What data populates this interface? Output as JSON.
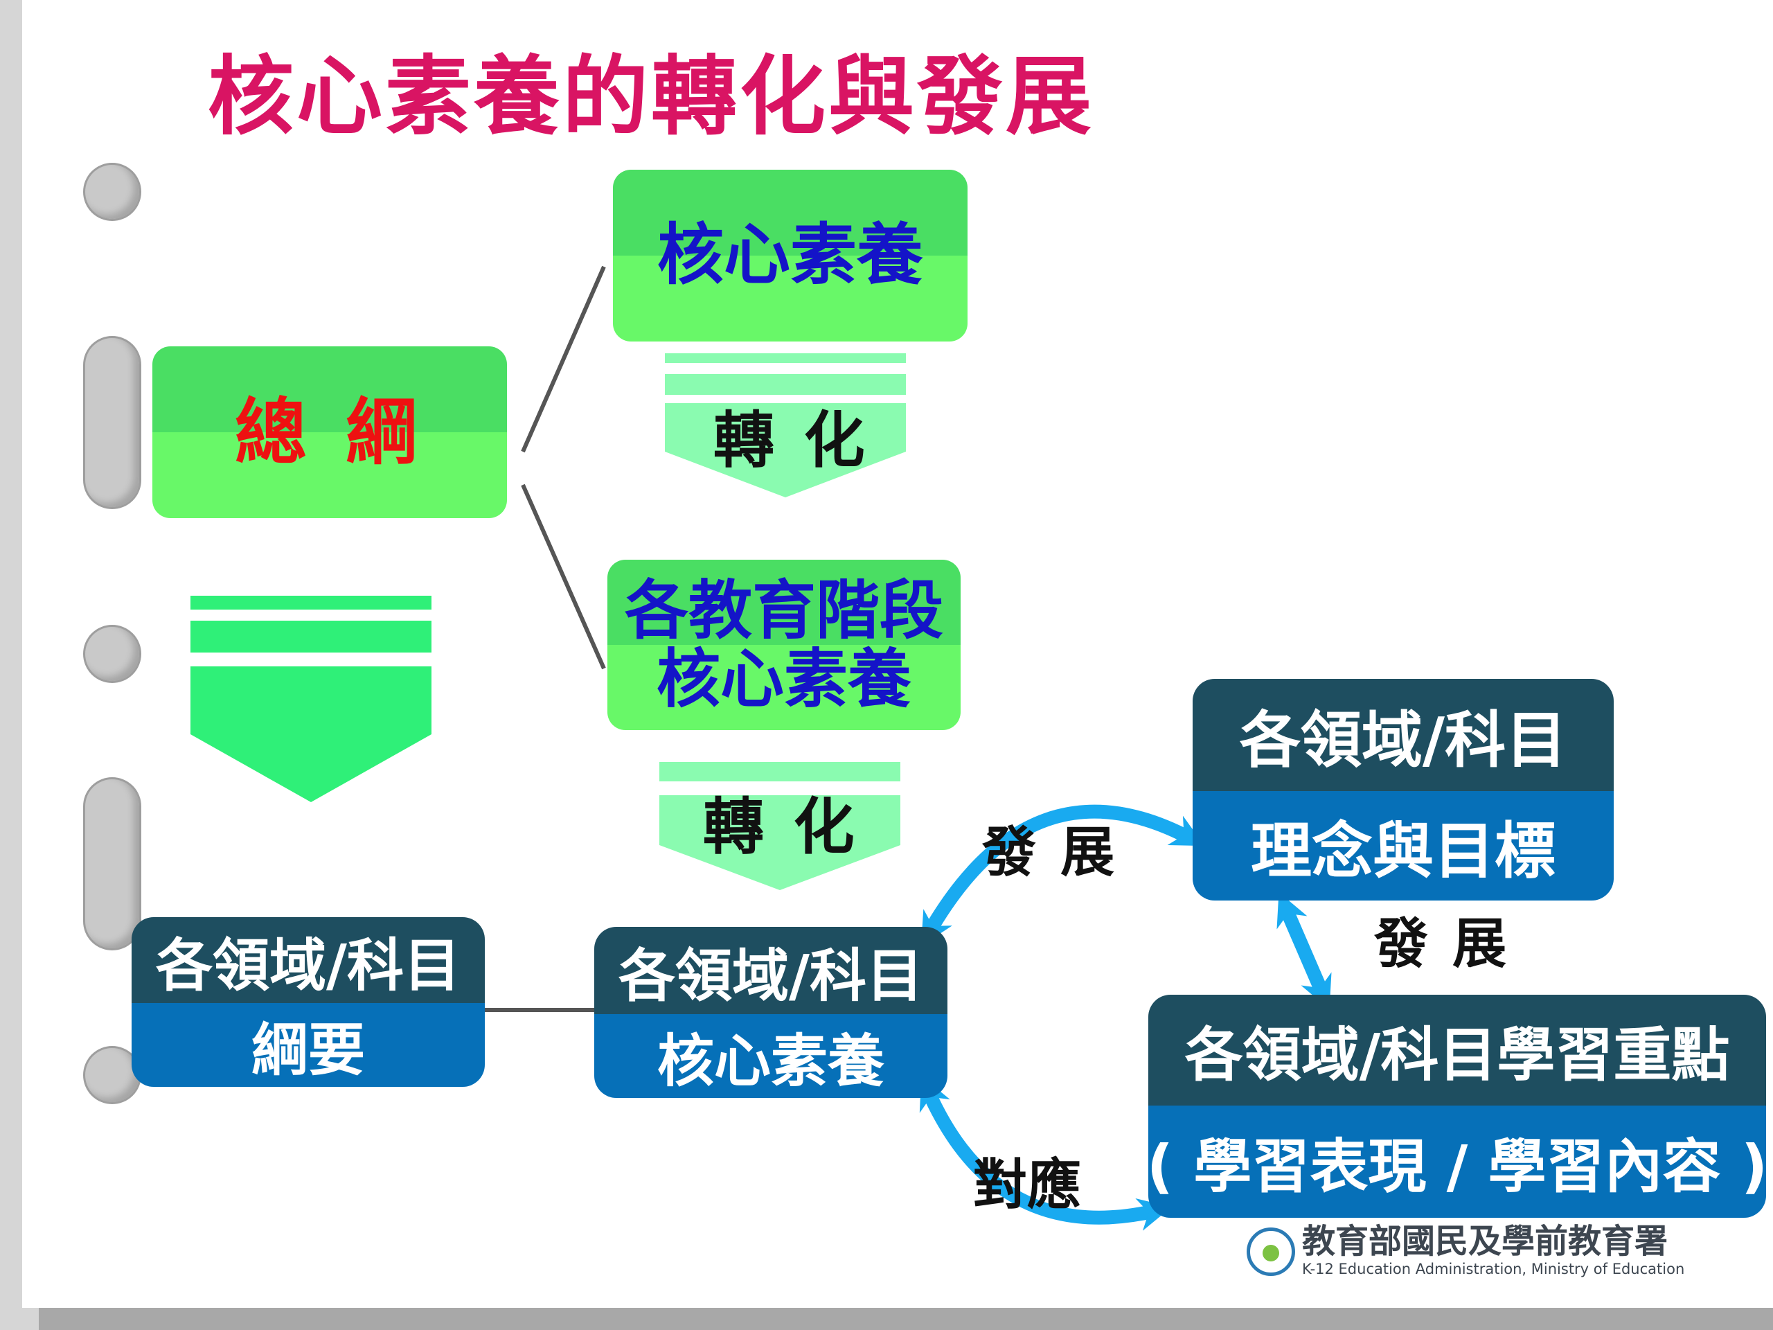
{
  "title": "核心素養的轉化與發展",
  "nodes": {
    "general_outline": "總 綱",
    "core_competency": "核心素養",
    "stage_core_line1": "各教育階段",
    "stage_core_line2": "核心素養",
    "domain_outline_top": "各領域/科目",
    "domain_outline_bottom": "綱要",
    "domain_core_top": "各領域/科目",
    "domain_core_bottom": "核心素養",
    "domain_goal_top": "各領域/科目",
    "domain_goal_bottom": "理念與目標",
    "domain_focus_top": "各領域/科目學習重點",
    "domain_focus_bottom": "( 學習表現 / 學習內容 )"
  },
  "labels": {
    "transform_1": "轉 化",
    "transform_2": "轉 化",
    "develop_1": "發 展",
    "develop_2": "發 展",
    "correspond": "對應"
  },
  "footer": {
    "org_cn": "教育部國民及學前教育署",
    "org_en": "K-12 Education Administration, Ministry of Education"
  },
  "colors": {
    "title": "#d91463",
    "green_box": "#68f868",
    "navy": "#1e4e60",
    "blue": "#0670b8",
    "arrow_blue": "#19aaf0",
    "red_text": "#ee1111",
    "blue_text": "#1414c8"
  }
}
